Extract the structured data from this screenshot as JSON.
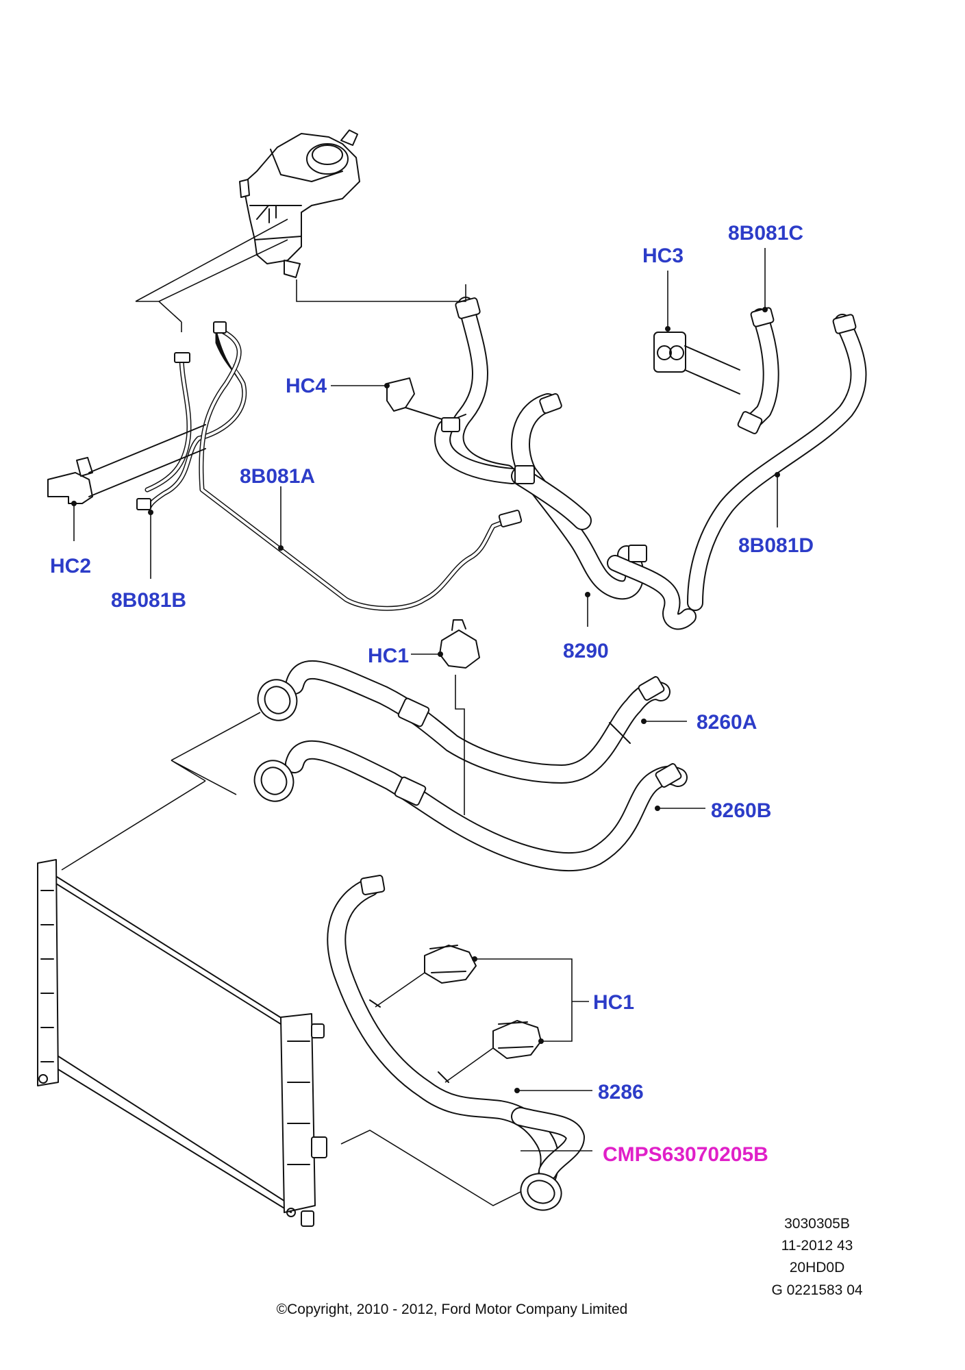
{
  "callouts": {
    "hc3": "HC3",
    "c8b081c": "8B081C",
    "hc4": "HC4",
    "c8b081a": "8B081A",
    "hc2": "HC2",
    "c8b081b": "8B081B",
    "c8b081d": "8B081D",
    "c8290": "8290",
    "hc1_top": "HC1",
    "c8260a": "8260A",
    "c8260b": "8260B",
    "hc1_bottom": "HC1",
    "c8286": "8286",
    "cmps": "CMPS63070205B"
  },
  "reference": {
    "line1": "3030305B",
    "line2": "11-2012 43",
    "line3": "20HD0D",
    "line4": "G 0221583 04"
  },
  "copyright": "©Copyright, 2010 - 2012, Ford Motor Company Limited",
  "colors": {
    "callout": "#2c3cc8",
    "callout_highlight": "#e020c8",
    "linework": "#111111"
  }
}
